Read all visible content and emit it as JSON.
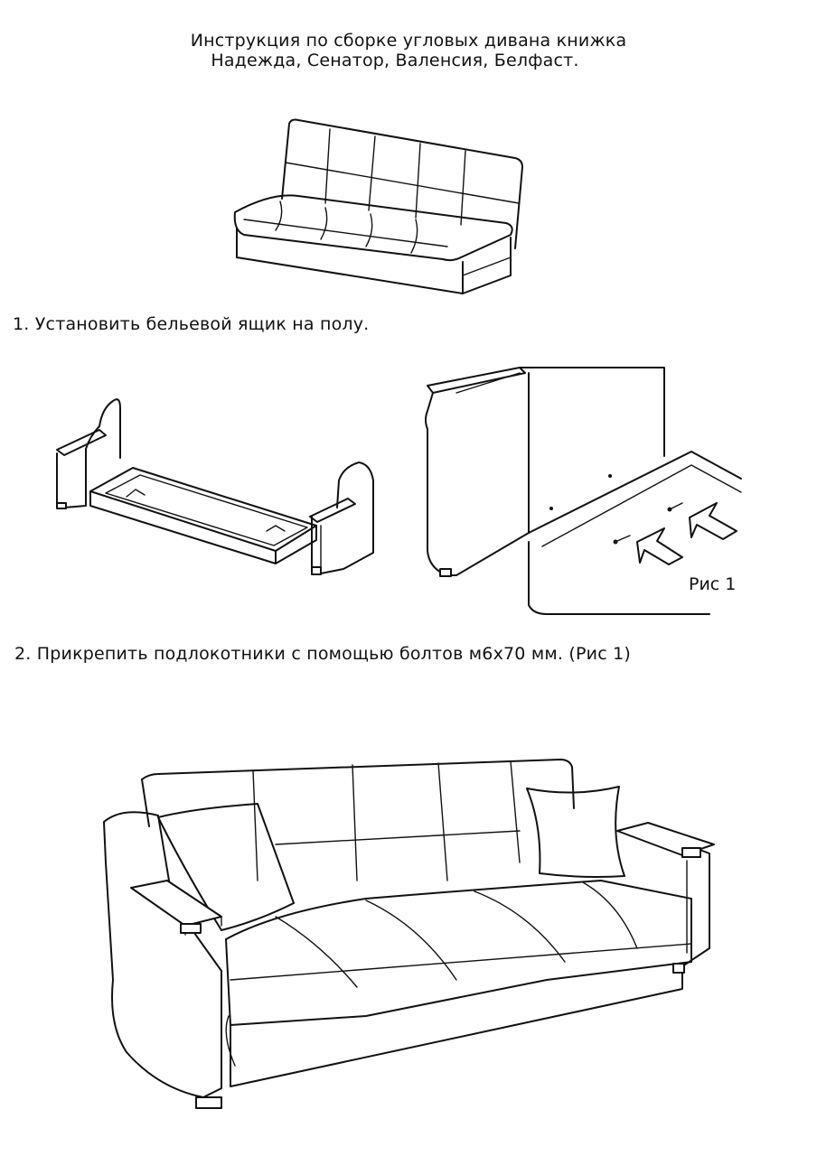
{
  "document": {
    "title_line1": "Инструкция по сборке угловых дивана книжка",
    "title_line2": "Надежда, Сенатор, Валенсия, Белфаст."
  },
  "steps": [
    {
      "text": "1. Установить бельевой ящик на полу."
    },
    {
      "text": "2. Прикрепить подлокотники с помощью болтов м6х70 мм. (Рис 1)"
    }
  ],
  "figure": {
    "caption": "Рис 1"
  }
}
